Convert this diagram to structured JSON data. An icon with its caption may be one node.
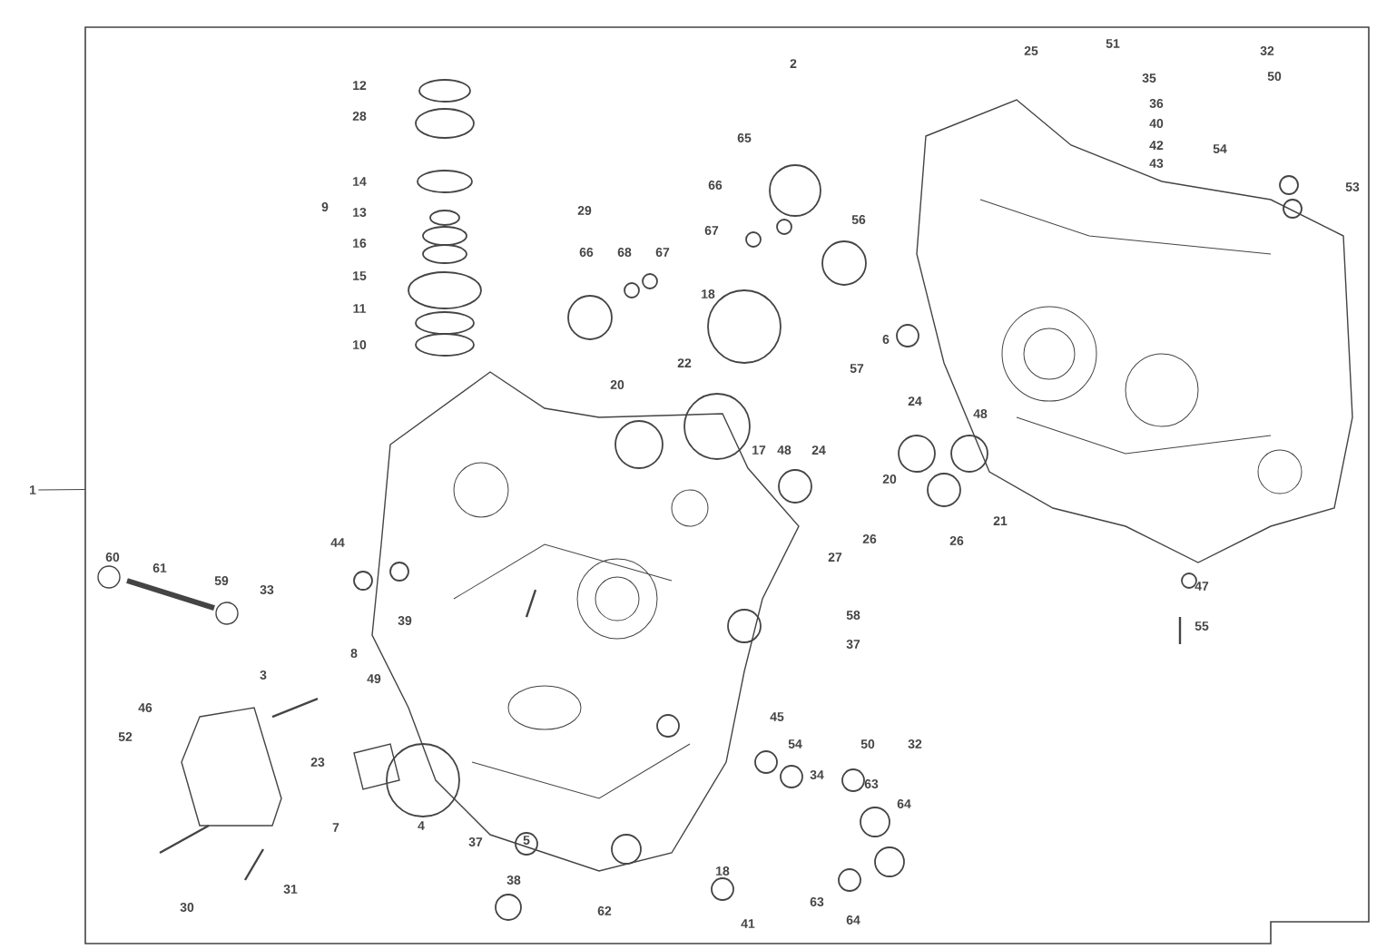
{
  "diagram": {
    "nodes": [
      {
        "text": [
          "1"
        ]
      },
      {
        "text": [],
        "shape": "box"
      }
    ],
    "edges": [
      {
        "from": 0,
        "to": 1,
        "arrow": "none"
      }
    ],
    "labels": [
      "12",
      "28",
      "14",
      "9",
      "13",
      "16",
      "15",
      "11",
      "10",
      "29",
      "66",
      "68",
      "67",
      "20",
      "22",
      "2",
      "65",
      "66",
      "67",
      "56",
      "18",
      "6",
      "57",
      "24",
      "48",
      "17",
      "48",
      "24",
      "20",
      "27",
      "26",
      "26",
      "21",
      "25",
      "51",
      "35",
      "36",
      "40",
      "42",
      "43",
      "32",
      "50",
      "54",
      "53",
      "60",
      "61",
      "59",
      "44",
      "33",
      "39",
      "8",
      "49",
      "3",
      "46",
      "52",
      "23",
      "7",
      "4",
      "30",
      "31",
      "37",
      "5",
      "38",
      "62",
      "41",
      "18",
      "58",
      "37",
      "54",
      "50",
      "32",
      "45",
      "34",
      "63",
      "64",
      "63",
      "64",
      "47",
      "55"
    ]
  }
}
